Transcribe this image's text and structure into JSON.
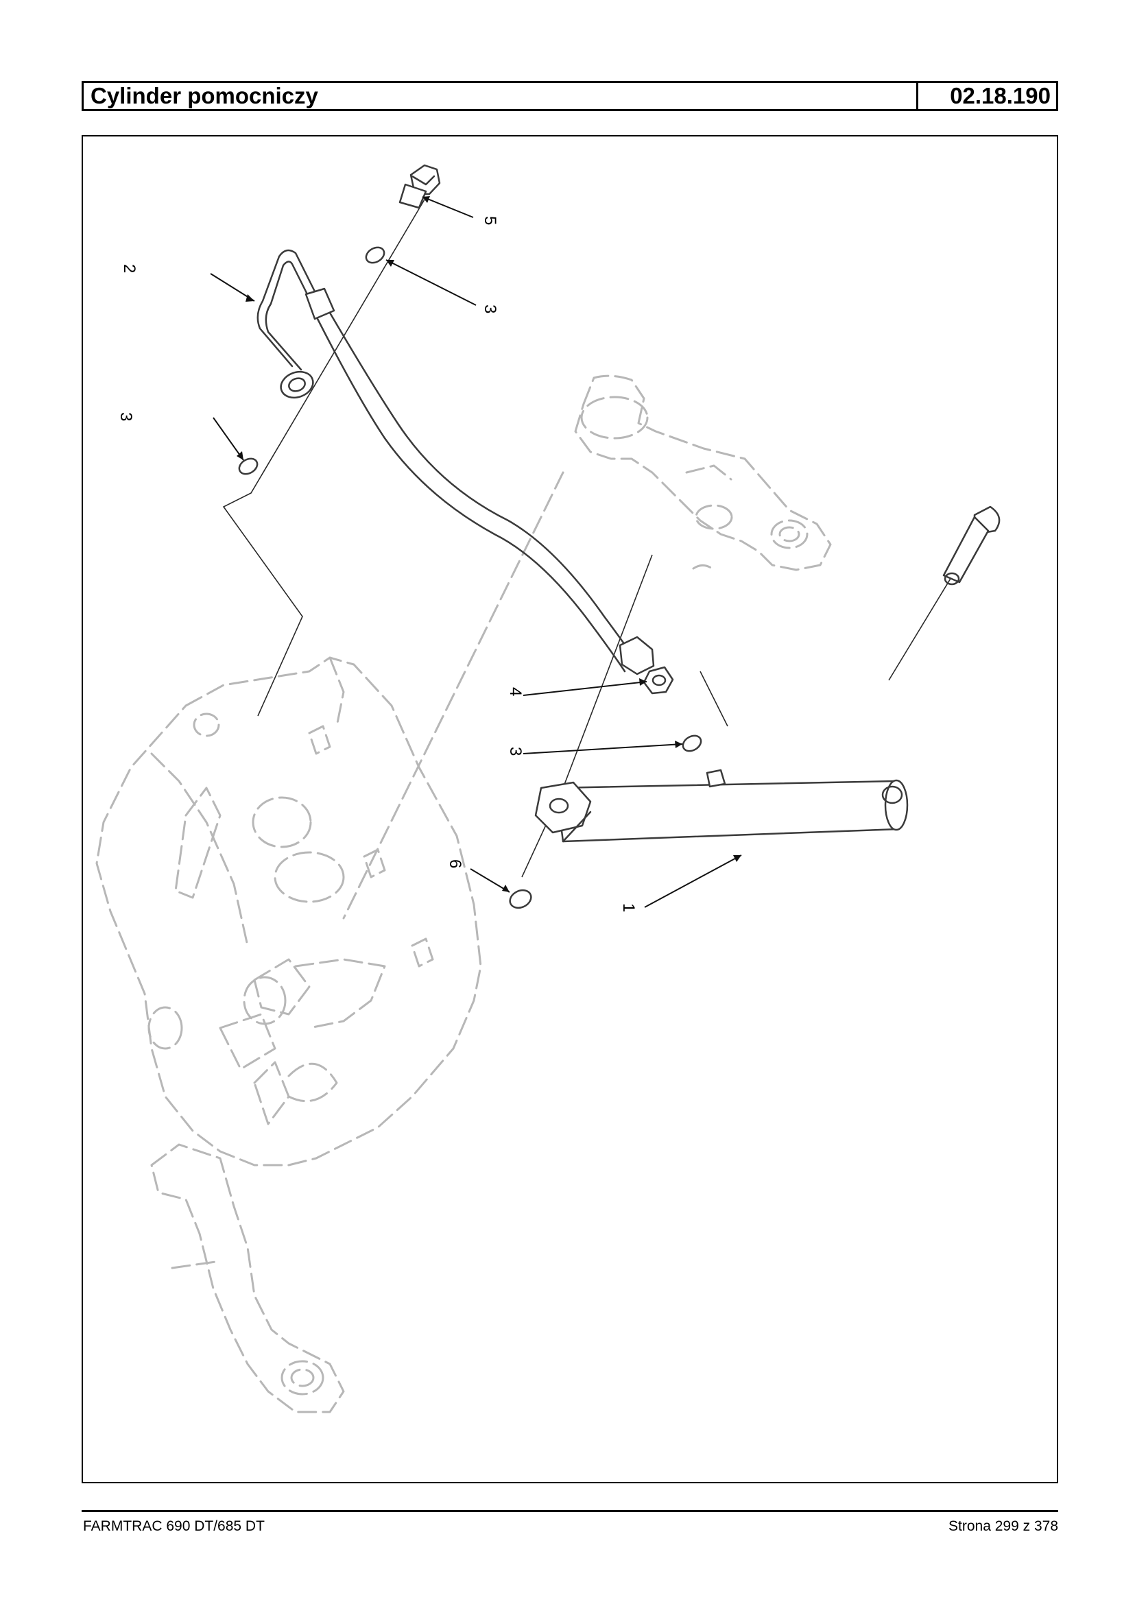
{
  "header": {
    "title": "Cylinder pomocniczy",
    "code": "02.18.190"
  },
  "callouts": {
    "c1": "1",
    "c2": "2",
    "c3a": "3",
    "c3b": "3",
    "c3c": "3",
    "c4": "4",
    "c5": "5",
    "c6": "6"
  },
  "footer": {
    "model": "FARMTRAC 690 DT/685 DT",
    "page": "Strona 299 z 378"
  }
}
